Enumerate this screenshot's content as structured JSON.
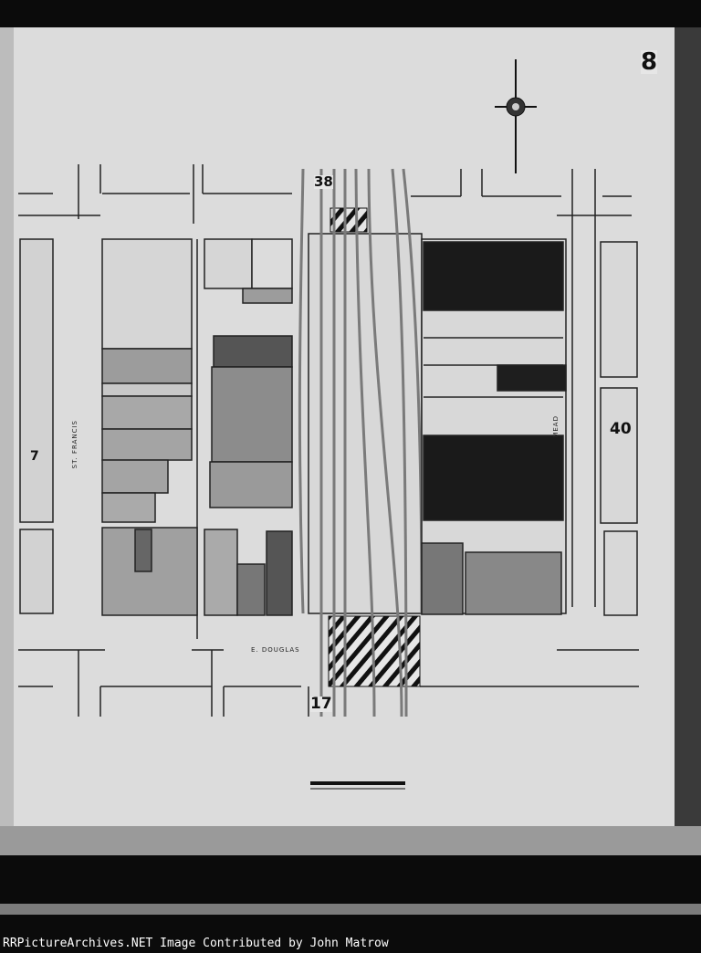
{
  "sheet": {
    "page_number": "8",
    "block_numbers": {
      "top": "38",
      "right": "40",
      "left": "7",
      "bottom": "17"
    },
    "streets": {
      "south": "E. DOUGLAS",
      "west": "ST. FRANCIS",
      "east": "MEAD"
    }
  },
  "caption": "RRPictureArchives.NET Image Contributed by John Matrow",
  "colors": {
    "paper": "#dcdcdc",
    "dark_building": "#1a1a1a",
    "medium_building": "#8a8a8a",
    "background": "#0b0b0b"
  }
}
